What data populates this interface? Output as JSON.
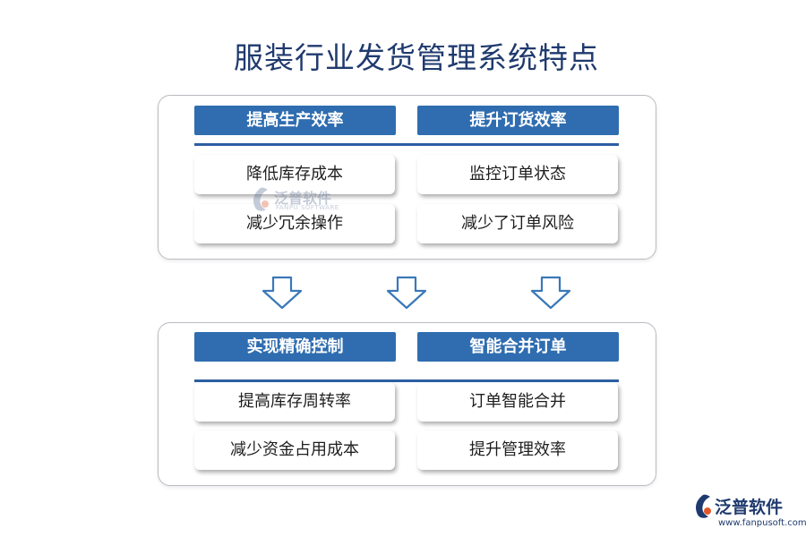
{
  "title": "服装行业发货管理系统特点",
  "top_panel": {
    "left": {
      "header": "提高生产效率",
      "items": [
        "降低库存成本",
        "减少冗余操作"
      ]
    },
    "right": {
      "header": "提升订货效率",
      "items": [
        "监控订单状态",
        "减少了订单风险"
      ]
    }
  },
  "bottom_panel": {
    "left": {
      "header": "实现精确控制",
      "items": [
        "提高库存周转率",
        "减少资金占用成本"
      ]
    },
    "right": {
      "header": "智能合并订单",
      "items": [
        "订单智能合并",
        "提升管理效率"
      ]
    }
  },
  "watermark": {
    "name": "泛普软件",
    "sub": "FANPU SOFTWARE"
  },
  "logo": {
    "name": "泛普软件",
    "url": "www.fanpusoft.com"
  },
  "colors": {
    "title": "#1f3a6e",
    "header_bg": "#2f6db0",
    "separator": "#2d5ea2",
    "arrow_stroke": "#3a78b8",
    "logo_accent": "#e2572b"
  }
}
